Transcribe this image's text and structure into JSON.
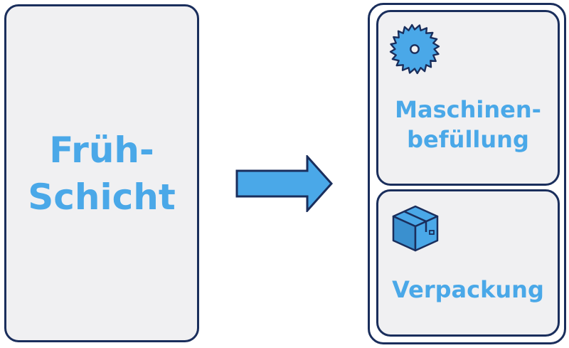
{
  "left_panel": {
    "title_line1": "Früh-",
    "title_line2": "Schicht"
  },
  "cards": [
    {
      "label_line1": "Maschinen-",
      "label_line2": "befüllung",
      "icon": "saw-blade-icon"
    },
    {
      "label_line1": "Verpackung",
      "icon": "package-box-icon"
    }
  ],
  "colors": {
    "accent": "#4aa8e8",
    "border": "#1a2e5c",
    "panel_bg": "#f0f0f2"
  }
}
